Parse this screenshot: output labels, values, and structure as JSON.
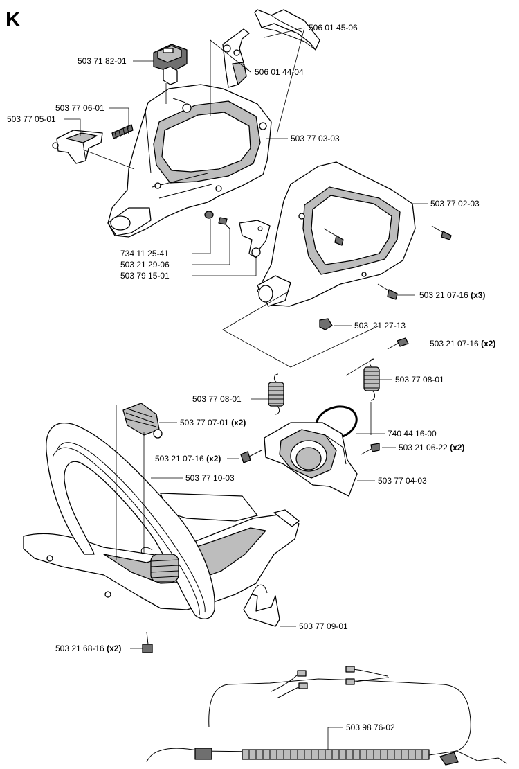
{
  "section_letter": "K",
  "parts": [
    {
      "id": "p01",
      "number": "506 01 45-06",
      "qty": ""
    },
    {
      "id": "p02",
      "number": "506 01 44-04",
      "qty": ""
    },
    {
      "id": "p03",
      "number": "503 71 82-01",
      "qty": ""
    },
    {
      "id": "p04",
      "number": "503 77 06-01",
      "qty": ""
    },
    {
      "id": "p05",
      "number": "503 77 05-01",
      "qty": ""
    },
    {
      "id": "p06",
      "number": "503 77 03-03",
      "qty": ""
    },
    {
      "id": "p07",
      "number": "503 77 02-03",
      "qty": ""
    },
    {
      "id": "p08",
      "number": "734 11 25-41",
      "qty": ""
    },
    {
      "id": "p09",
      "number": "503 21 29-06",
      "qty": ""
    },
    {
      "id": "p10",
      "number": "503 79 15-01",
      "qty": ""
    },
    {
      "id": "p11",
      "number": "503 21 07-16",
      "qty": "(x3)"
    },
    {
      "id": "p12",
      "number": "503  21 27-13",
      "qty": ""
    },
    {
      "id": "p13",
      "number": "503 21 07-16",
      "qty": "(x2)"
    },
    {
      "id": "p14",
      "number": "503 77 08-01",
      "qty": ""
    },
    {
      "id": "p15",
      "number": "503 77 08-01",
      "qty": ""
    },
    {
      "id": "p16",
      "number": "503 77 07-01",
      "qty": "(x2)"
    },
    {
      "id": "p17",
      "number": "740 44 16-00",
      "qty": ""
    },
    {
      "id": "p18",
      "number": "503 21 07-16",
      "qty": "(x2)"
    },
    {
      "id": "p19",
      "number": "503 21 06-22",
      "qty": "(x2)"
    },
    {
      "id": "p20",
      "number": "503 77 10-03",
      "qty": ""
    },
    {
      "id": "p21",
      "number": "503 77 04-03",
      "qty": ""
    },
    {
      "id": "p22",
      "number": "503 77 09-01",
      "qty": ""
    },
    {
      "id": "p23",
      "number": "503 21 68-16",
      "qty": "(x2)"
    },
    {
      "id": "p24",
      "number": "503 98 76-02",
      "qty": ""
    }
  ]
}
